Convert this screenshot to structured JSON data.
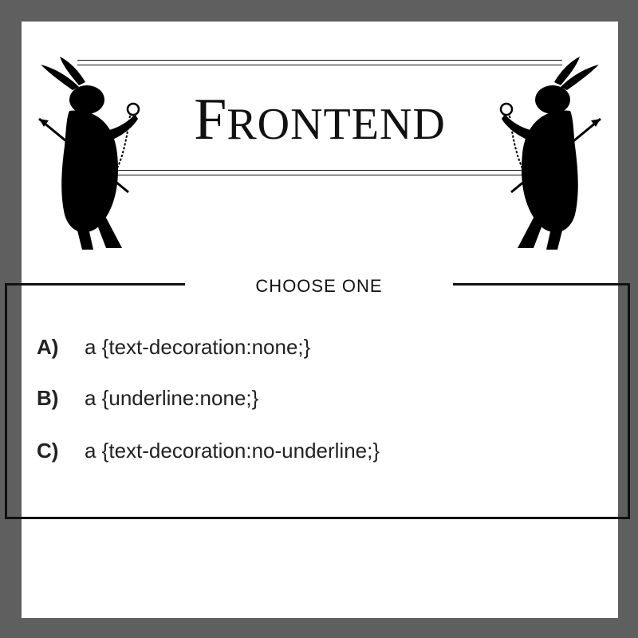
{
  "colors": {
    "outer_border": "#5f5f5f",
    "card": "#ffffff",
    "ink": "#111111"
  },
  "title": {
    "first": "F",
    "rest": "RONTEND"
  },
  "heading": "CHOOSE ONE",
  "options": [
    {
      "letter": "A)",
      "text": "a {text-decoration:none;}"
    },
    {
      "letter": "B)",
      "text": "a {underline:none;}"
    },
    {
      "letter": "C)",
      "text": "a {text-decoration:no-underline;}"
    }
  ],
  "decorations": [
    "rabbit-silhouette-icon",
    "rabbit-silhouette-icon"
  ]
}
